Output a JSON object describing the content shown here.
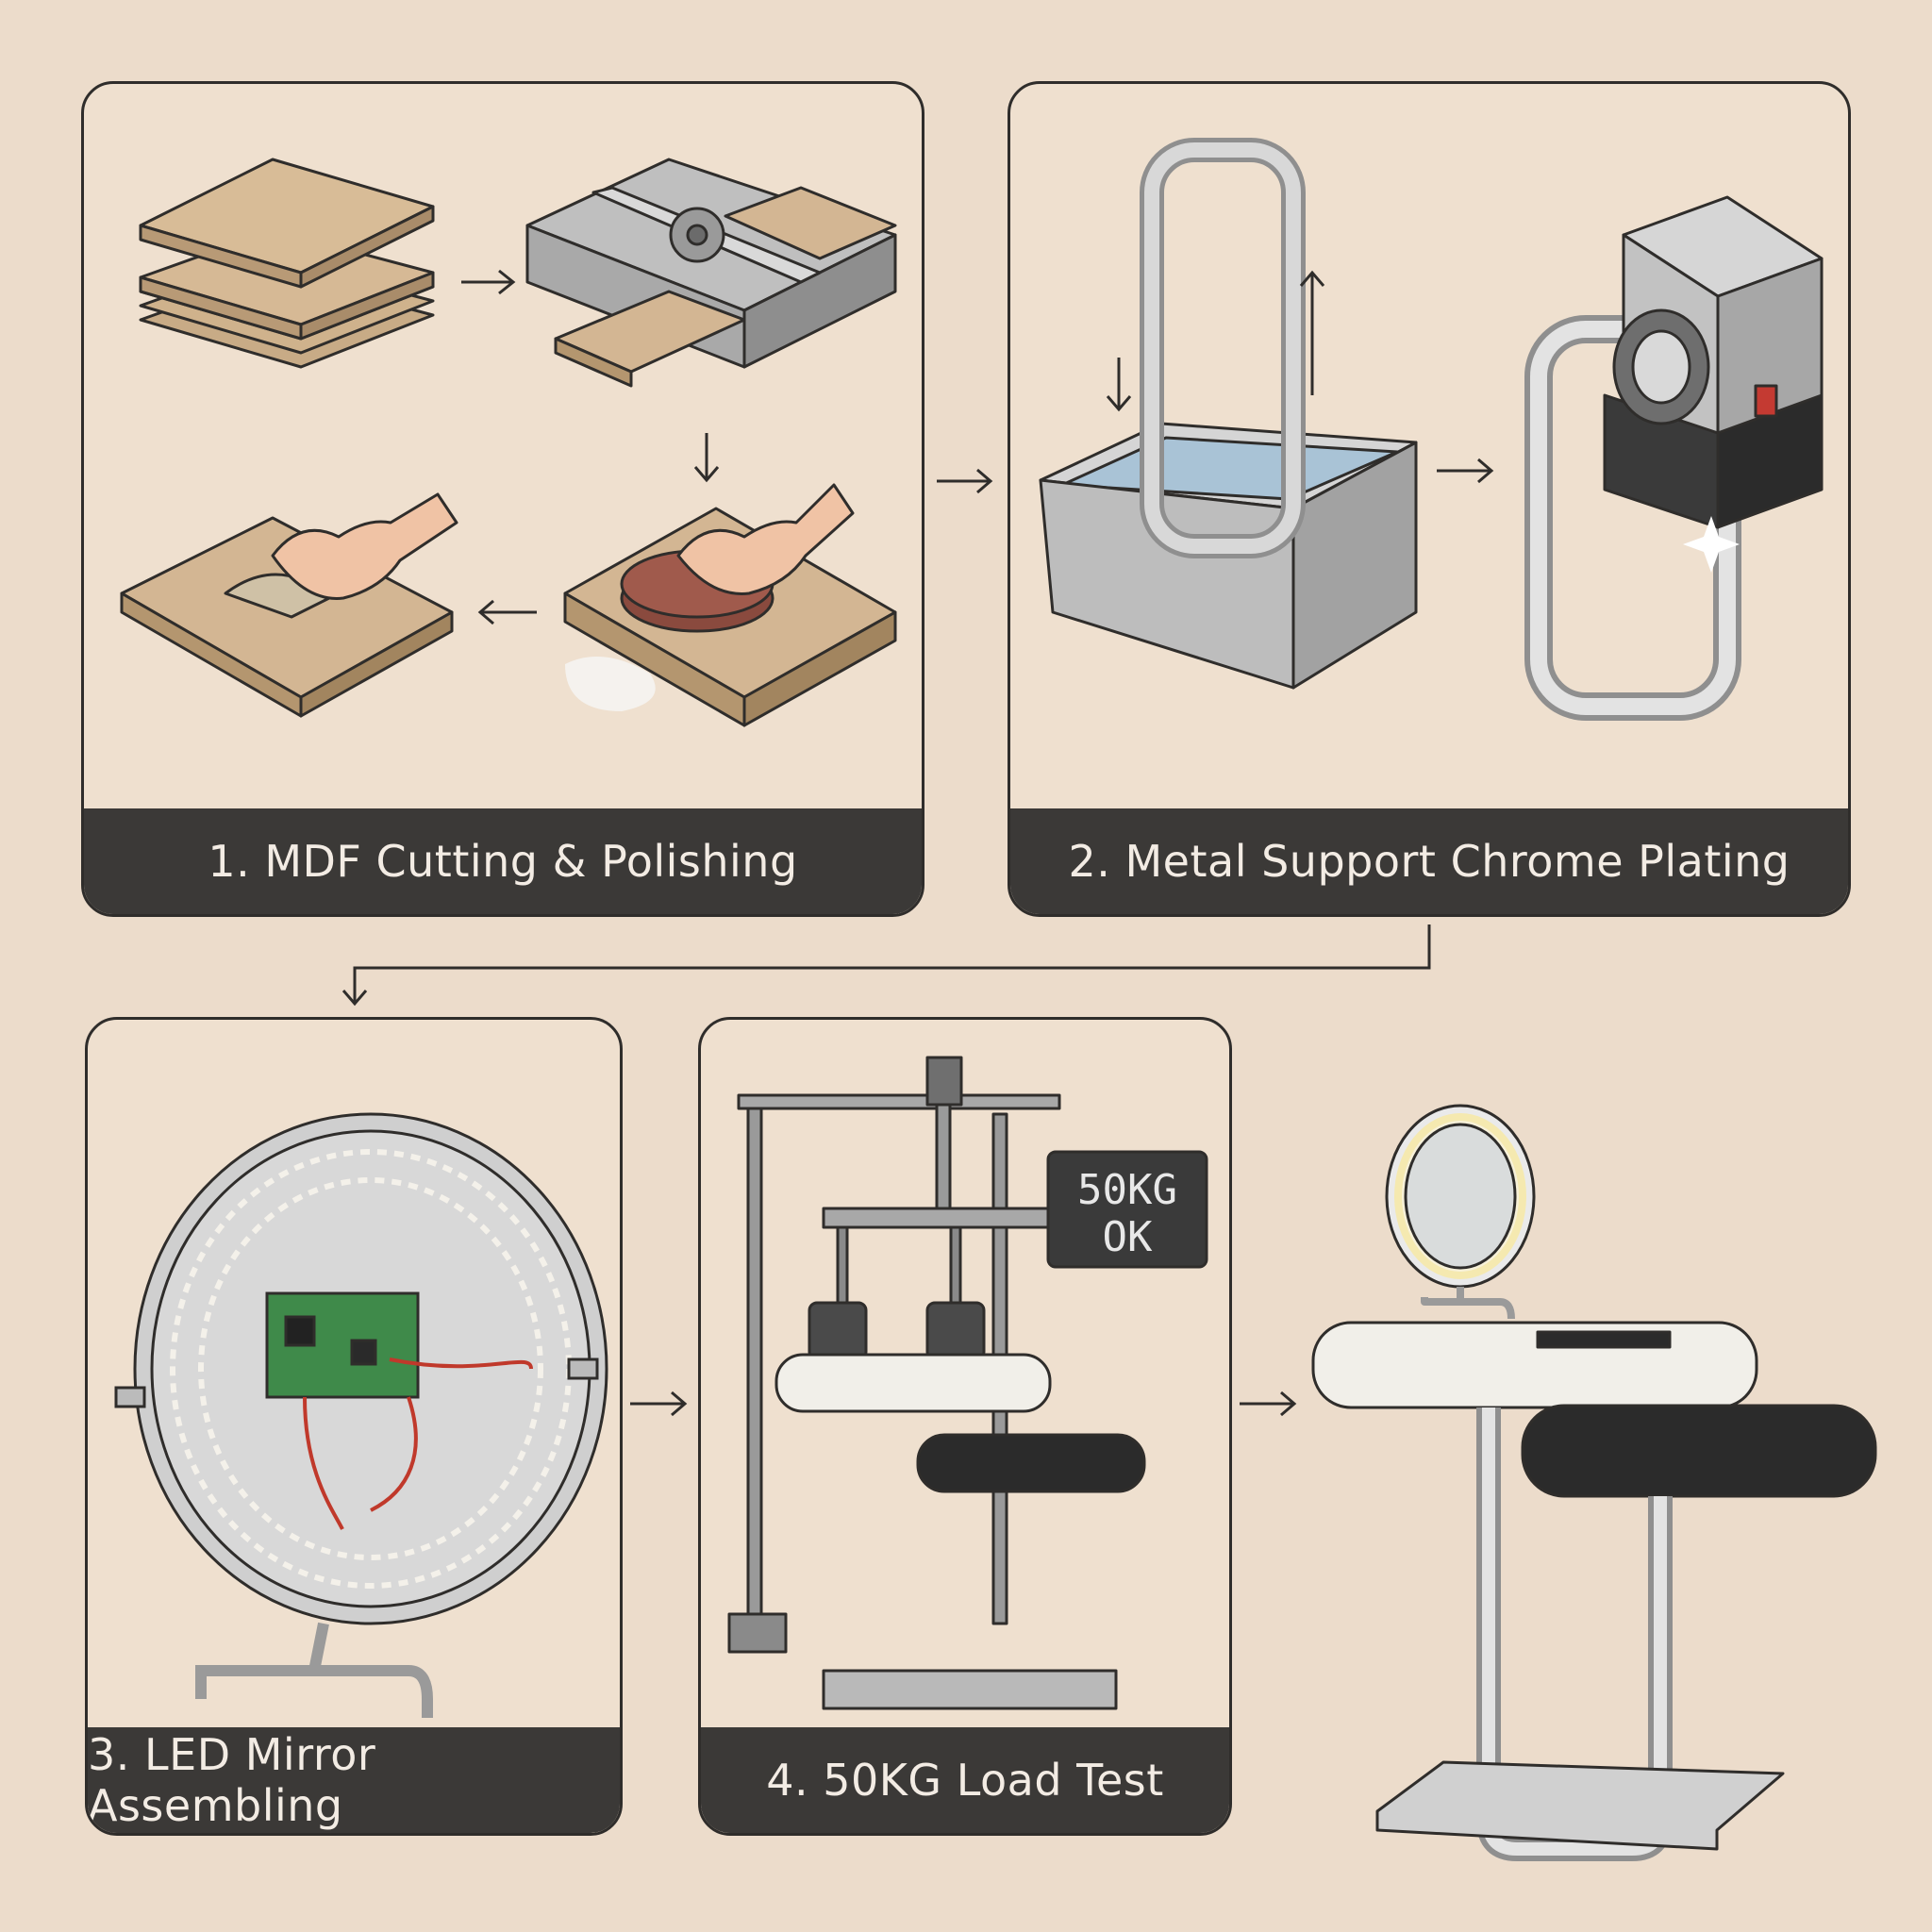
{
  "steps": [
    {
      "label": "1. MDF Cutting & Polishing"
    },
    {
      "label": "2. Metal Support Chrome Plating"
    },
    {
      "label": "3. LED Mirror Assembling"
    },
    {
      "label": "4. 50KG Load Test"
    }
  ],
  "load_display": {
    "line1": "50KG",
    "line2": "OK"
  },
  "colors": {
    "background": "#ecdccb",
    "caption_bar": "#3b3937",
    "caption_text": "#f3ece4",
    "mdf": "#cdb08b",
    "chrome": "#c9c9c9",
    "pcb": "#3f8a4a",
    "drawer_dark": "#2b2b2b",
    "drawer_light": "#f1efe9"
  },
  "icons": [
    "mdf-stack-icon",
    "table-saw-icon",
    "sanding-hand-icon",
    "polishing-pad-icon",
    "plating-tank-icon",
    "chrome-frame-icon",
    "buffing-machine-icon",
    "led-mirror-icon",
    "load-press-icon",
    "vanity-table-icon"
  ]
}
